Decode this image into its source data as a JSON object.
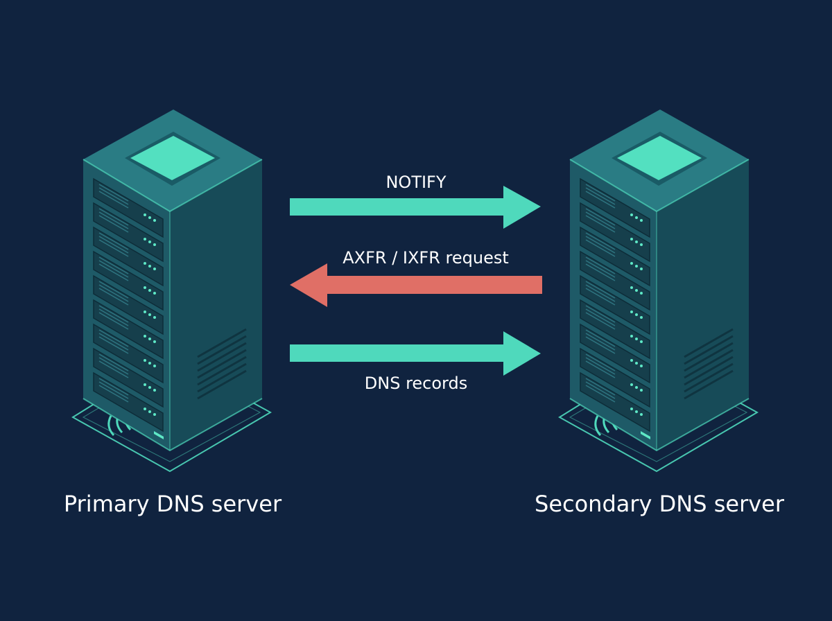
{
  "colors": {
    "background": "#10233f",
    "forward_arrow": "#4fd9bc",
    "request_arrow": "#e06f66",
    "server_body": "#1f5f6c",
    "server_side": "#164a57",
    "server_top": "#2b7e85",
    "accent_glow": "#5ee8c6",
    "text": "#ffffff"
  },
  "servers": {
    "primary": {
      "label": "Primary DNS server",
      "icon": "server-rack-icon"
    },
    "secondary": {
      "label": "Secondary DNS server",
      "icon": "server-rack-icon"
    }
  },
  "flows": {
    "notify": {
      "label": "NOTIFY",
      "direction": "primary-to-secondary"
    },
    "transfer_request": {
      "label": "AXFR / IXFR request",
      "direction": "secondary-to-primary"
    },
    "records": {
      "label": "DNS records",
      "direction": "primary-to-secondary"
    }
  }
}
